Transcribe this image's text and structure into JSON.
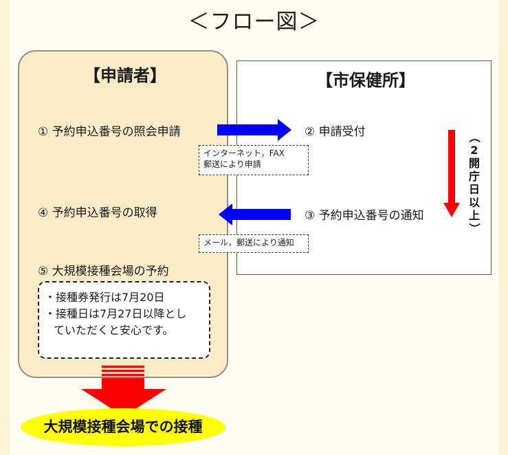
{
  "title": "＜フロー図＞",
  "applicant": {
    "heading": "【申請者】",
    "step1": "① 予約申込番号の照会申請",
    "step4": "④ 予約申込番号の取得",
    "step5": "⑤ 大規模接種会場の予約",
    "tips": {
      "line1": "・接種券発行は7月20日",
      "line2": "・接種日は7月27日以降とし",
      "line3": "ていただくと安心です。"
    }
  },
  "health_center": {
    "heading": "【市保健所】",
    "step2": "② 申請受付",
    "step3": "③ 予約申込番号の通知",
    "duration": {
      "open_paren": "（",
      "num": "2",
      "c1": "開",
      "c2": "庁",
      "c3": "日",
      "c4": "以",
      "c5": "上",
      "close_paren": "）"
    }
  },
  "notes": {
    "request_line1": "インターネット，FAX",
    "request_line2": "郵送により申請",
    "notify": "メール，郵送により通知"
  },
  "final": "大規模接種会場での接種",
  "colors": {
    "blue_arrow": "#0000ff",
    "red_arrow": "#ff0000",
    "yellow_ellipse": "#ffff00",
    "applicant_fill": "#fbecc7"
  }
}
